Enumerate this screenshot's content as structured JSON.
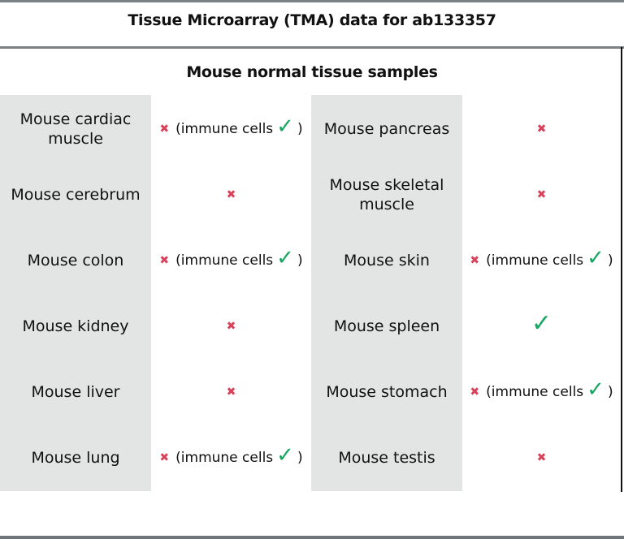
{
  "title": "Tissue Microarray (TMA) data for ab133357",
  "subtitle": "Mouse normal tissue samples",
  "colors": {
    "negative": "#d9425a",
    "positive": "#18a661",
    "label_bg": "#e3e4e4"
  },
  "icons": {
    "negative": "cross-icon",
    "positive": "check-icon"
  },
  "symbols": {
    "cross": "✖",
    "check": "✓",
    "open_paren": "(",
    "close_paren": ")"
  },
  "immune_label": "immune cells",
  "left_column": [
    {
      "tissue": "Mouse cardiac muscle",
      "result": "negative",
      "immune_cells": "positive"
    },
    {
      "tissue": "Mouse cerebrum",
      "result": "negative"
    },
    {
      "tissue": "Mouse colon",
      "result": "negative",
      "immune_cells": "positive"
    },
    {
      "tissue": "Mouse kidney",
      "result": "negative"
    },
    {
      "tissue": "Mouse liver",
      "result": "negative"
    },
    {
      "tissue": "Mouse lung",
      "result": "negative",
      "immune_cells": "positive"
    }
  ],
  "right_column": [
    {
      "tissue": "Mouse pancreas",
      "result": "negative"
    },
    {
      "tissue": "Mouse skeletal muscle",
      "result": "negative"
    },
    {
      "tissue": "Mouse skin",
      "result": "negative",
      "immune_cells": "positive"
    },
    {
      "tissue": "Mouse spleen",
      "result": "positive"
    },
    {
      "tissue": "Mouse stomach",
      "result": "negative",
      "immune_cells": "positive"
    },
    {
      "tissue": "Mouse testis",
      "result": "negative"
    }
  ]
}
